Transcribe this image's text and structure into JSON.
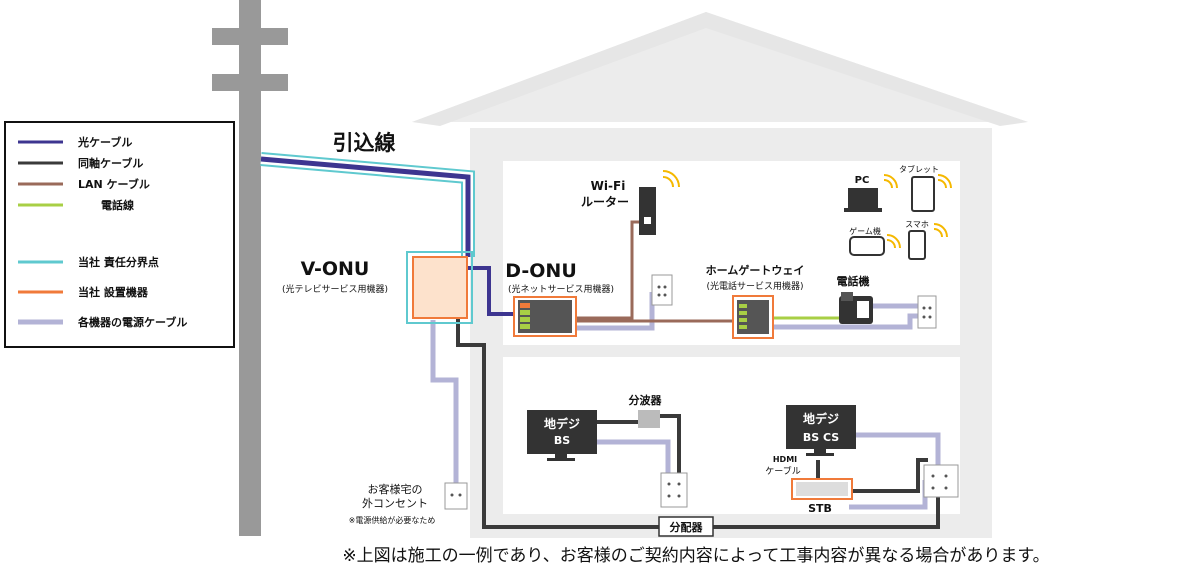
{
  "legend": {
    "items": [
      {
        "label": "光ケーブル",
        "color": "#3d3590"
      },
      {
        "label": "同軸ケーブル",
        "color": "#3a3a3a"
      },
      {
        "label": "LAN ケーブル",
        "color": "#9a6a5a"
      },
      {
        "label": "電話線",
        "color": "#a8cf45"
      },
      {
        "label": "当社 責任分界点",
        "color": "#5fc9cf"
      },
      {
        "label": "当社 設置機器",
        "color": "#f07a3a"
      },
      {
        "label": "各機器の電源ケーブル",
        "color": "#b3b3d6"
      }
    ]
  },
  "diagram": {
    "drop_line_label": "引込線",
    "v_onu": {
      "title": "V-ONU",
      "subtitle": "(光テレビサービス用機器)"
    },
    "d_onu": {
      "title": "D-ONU",
      "subtitle": "(光ネットサービス用機器)"
    },
    "router": {
      "line1": "Wi-Fi",
      "line2": "ルーター"
    },
    "home_gateway": {
      "title": "ホームゲートウェイ",
      "subtitle": "(光電話サービス用機器)"
    },
    "phone": {
      "label": "電話機"
    },
    "devices": {
      "pc": "PC",
      "tablet": "タブレット",
      "game": "ゲーム機",
      "smartphone": "スマホ"
    },
    "splitter": {
      "label": "分波器"
    },
    "tv1": {
      "line1": "地デジ",
      "line2": "BS"
    },
    "tv2": {
      "line1": "地デジ",
      "line2": "BS CS"
    },
    "hdmi": {
      "line1": "HDMI",
      "line2": "ケーブル"
    },
    "stb": {
      "label": "STB"
    },
    "distributor": {
      "label": "分配器"
    },
    "outlet": {
      "line1": "お客様宅の",
      "line2": "外コンセント",
      "note": "※電源供給が必要なため"
    }
  },
  "footnote": "※上図は施工の一例であり、お客様のご契約内容によって工事内容が異なる場合があります。"
}
